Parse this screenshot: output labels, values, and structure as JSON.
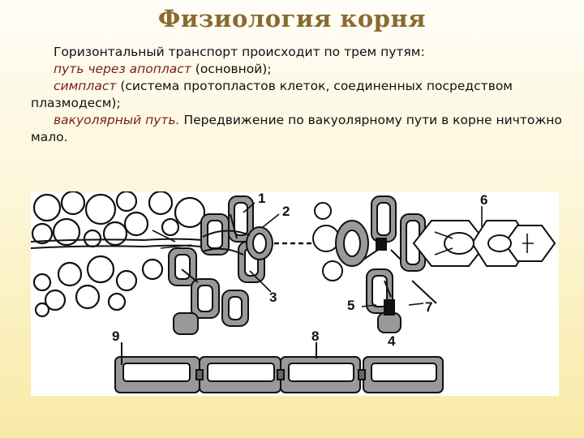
{
  "slide": {
    "title": "Физиология корня",
    "paragraphs": [
      {
        "text": "Горизонтальный транспорт происходит по трем путям:"
      },
      {
        "term": "путь через апопласт",
        "text": " (основной);"
      },
      {
        "term": "симпласт",
        "text": " (система протопластов клеток, соединенных посредством плазмодесм);"
      },
      {
        "term": "вакуолярный",
        "term2": "путь.",
        "text": " Передвижение по вакуолярному пути в корне ничтожно мало."
      }
    ]
  },
  "figure": {
    "labels": {
      "l1": "1",
      "l2": "2",
      "l3": "3",
      "l4": "4",
      "l5": "5",
      "l6": "6",
      "l7": "7",
      "l8": "8",
      "l9": "9"
    }
  },
  "colors": {
    "title": "#8a6a2f",
    "term": "#7a1f12",
    "cell_gray": "#999999"
  }
}
